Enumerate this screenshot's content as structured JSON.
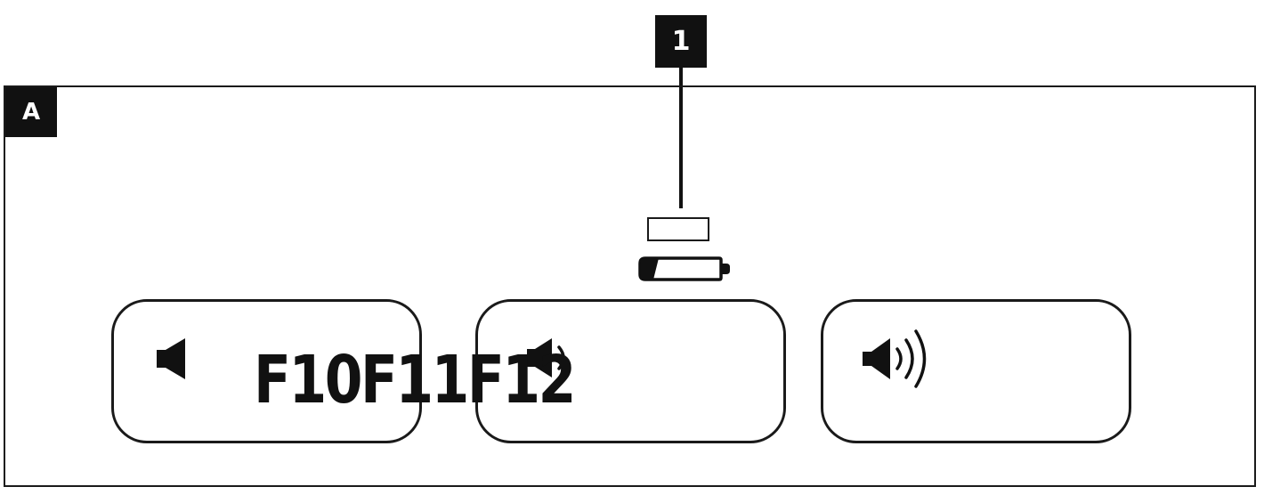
{
  "callout": {
    "number": "1"
  },
  "frame": {
    "label": "A"
  },
  "keys": [
    {
      "id": "f10",
      "label": "F10",
      "icon": "speaker-mute-icon"
    },
    {
      "id": "f11",
      "label": "F11",
      "icon": "speaker-low-icon"
    },
    {
      "id": "f12",
      "label": "F12",
      "icon": "speaker-high-icon"
    }
  ],
  "battery": {
    "level": 0.2,
    "icon": "battery-low-icon"
  },
  "colors": {
    "ink": "#111111",
    "background": "#ffffff"
  }
}
